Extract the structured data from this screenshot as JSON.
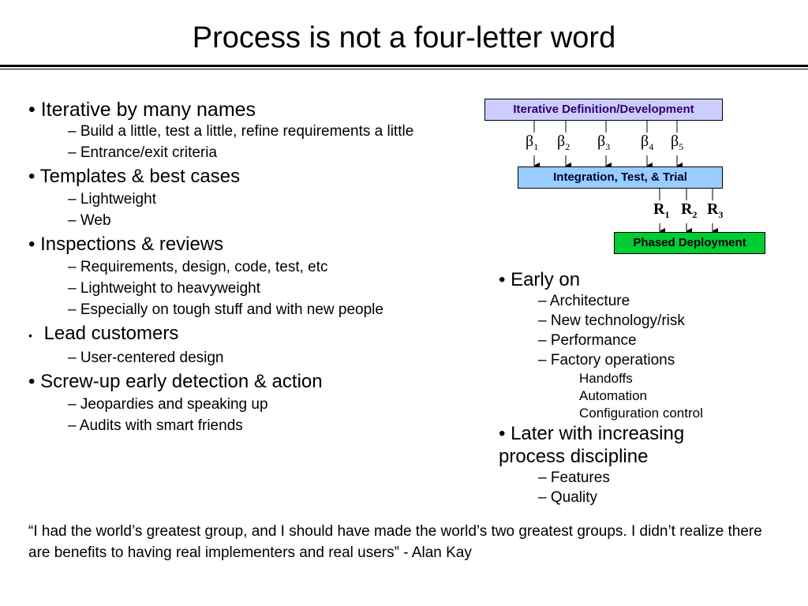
{
  "title": "Process is not a four-letter word",
  "left": {
    "sections": [
      {
        "bullet": "•",
        "heading": "Iterative by many names",
        "items": [
          "– Build a little, test a little, refine requirements a little",
          "– Entrance/exit criteria"
        ]
      },
      {
        "bullet": "•",
        "heading": "Templates & best cases",
        "items": [
          "– Lightweight",
          "– Web"
        ]
      },
      {
        "bullet": "•",
        "heading": "Inspections & reviews",
        "items": [
          "– Requirements, design, code, test, etc",
          "– Lightweight to heavyweight",
          "– Especially on tough stuff and with new people"
        ]
      },
      {
        "bullet": "•",
        "heading": "Lead customers",
        "items": [
          "– User-centered design"
        ]
      },
      {
        "bullet": "•",
        "heading": "Screw-up early detection & action",
        "items": [
          "– Jeopardies and speaking up",
          "– Audits with smart friends"
        ]
      }
    ]
  },
  "diagram": {
    "box_iterative": "Iterative Definition/Development",
    "box_integration": "Integration, Test, & Trial",
    "box_deployment": "Phased Deployment",
    "beta_symbol": "β",
    "betas": [
      "1",
      "2",
      "3",
      "4",
      "5"
    ],
    "r_symbol": "R",
    "releases": [
      "1",
      "2",
      "3"
    ],
    "colors": {
      "iterative_fill": "#ccccff",
      "integration_fill": "#99ccff",
      "deployment_fill": "#00cc33"
    }
  },
  "right": {
    "early": {
      "heading": "• Early on",
      "items": [
        "– Architecture",
        "– New technology/risk",
        "– Performance",
        "– Factory operations"
      ],
      "subitems": [
        "Handoffs",
        "Automation",
        "Configuration control"
      ]
    },
    "later": {
      "heading_line1": "• Later with increasing",
      "heading_line2": "process discipline",
      "items": [
        "– Features",
        "– Quality"
      ]
    }
  },
  "quote": "“I had the world’s greatest group, and I should have made the world’s two greatest groups. I didn’t realize there are benefits to having real implementers and real users” - Alan Kay"
}
